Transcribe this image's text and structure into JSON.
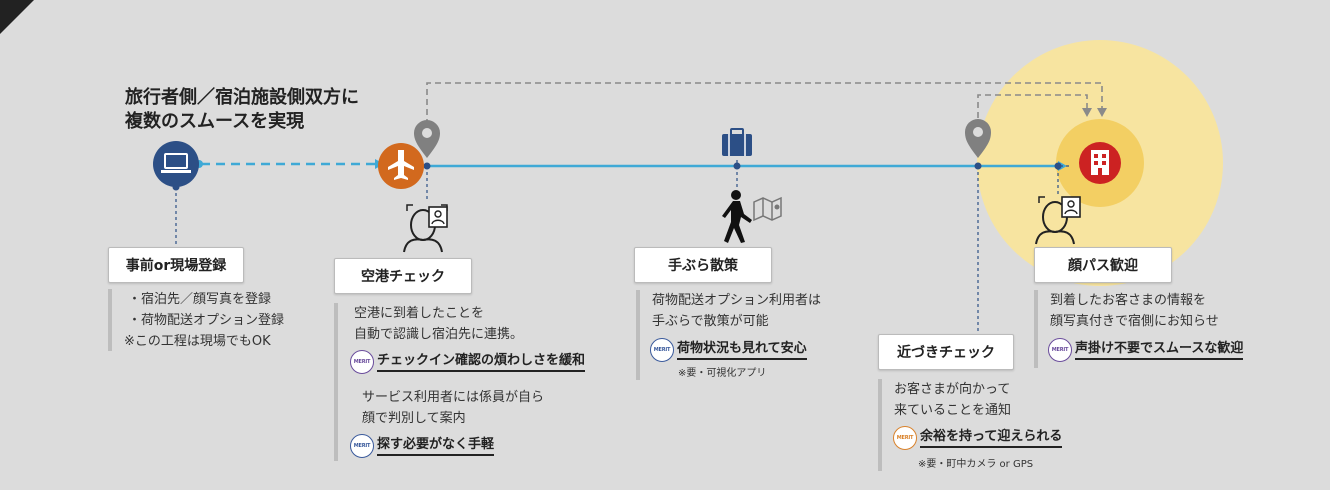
{
  "headline": [
    "旅行者側／宿泊施設側双方に",
    "複数のスムースを実現"
  ],
  "stages": {
    "register": {
      "label": "事前or現場登録",
      "lines": [
        "・宿泊先／顔写真を登録",
        "・荷物配送オプション登録",
        "※この工程は現場でもOK"
      ]
    },
    "airport": {
      "label": "空港チェック",
      "lines1": [
        "空港に到着したことを",
        "自動で認識し宿泊先に連携。"
      ],
      "merit1": "チェックイン確認の煩わしさを緩和",
      "lines2": [
        "サービス利用者には係員が自ら",
        "顔で判別して案内"
      ],
      "merit2": "探す必要がなく手軽"
    },
    "walk": {
      "label": "手ぶら散策",
      "lines": [
        "荷物配送オプション利用者は",
        "手ぶらで散策が可能"
      ],
      "merit": "荷物状況も見れて安心",
      "note": "※要・可視化アプリ"
    },
    "approach": {
      "label": "近づきチェック",
      "lines": [
        "お客さまが向かって",
        "来ていることを通知"
      ],
      "merit": "余裕を持って迎えられる",
      "note": "※要・町中カメラ or GPS"
    },
    "welcome": {
      "label": "顔パス歓迎",
      "lines": [
        "到着したお客さまの情報を",
        "顔写真付きで宿側にお知らせ"
      ],
      "merit": "声掛け不要でスムースな歓迎"
    }
  },
  "merit_badge_text": "MERIT",
  "icons": {
    "laptop": "laptop-icon",
    "airplane": "airplane-icon",
    "luggage": "suitcase-icon",
    "walker": "walking-person-icon",
    "map": "map-icon",
    "pin": "map-pin-icon",
    "face": "face-recognition-icon",
    "hotel": "hotel-building-icon"
  },
  "colors": {
    "timeline": "#3fa9d6",
    "laptop_bg": "#2c4f86",
    "airplane_bg": "#d2691e",
    "hotel_bg": "#cc2222",
    "glow_outer": "#f7e4a0",
    "glow_inner": "#f3cf63",
    "luggage": "#2c4f86",
    "pin": "#808080"
  }
}
